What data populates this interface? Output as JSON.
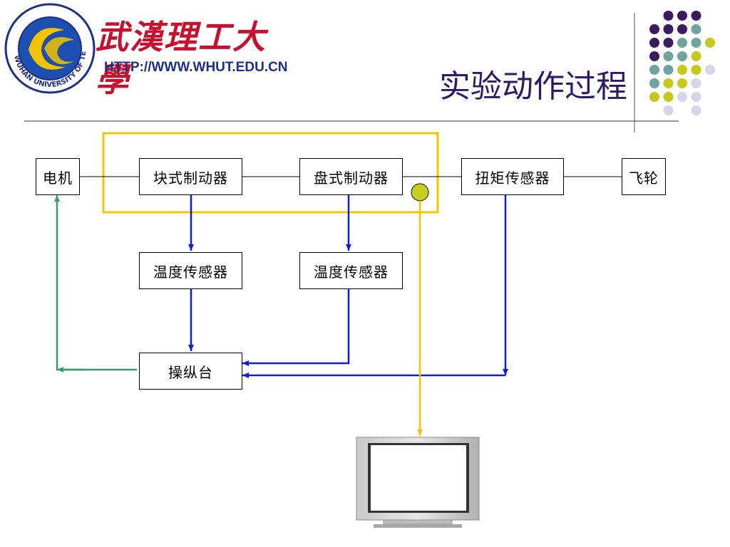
{
  "header": {
    "emblem_text": "WUHAN UNIVERSITY OF TECHNOLOGY",
    "school_name": "武漢理工大學",
    "school_url": "HTTP://WWW.WHUT.EDU.CN",
    "slide_title": "实验动作过程"
  },
  "diagram": {
    "motor": "电机",
    "block_brake": "块式制动器",
    "disc_brake": "盘式制动器",
    "torque_sensor": "扭矩传感器",
    "flywheel": "飞轮",
    "temp_sensor_1": "温度传感器",
    "temp_sensor_2": "温度传感器",
    "console": "操纵台"
  },
  "colors": {
    "accent_yellow": "#f5c400",
    "arrow_blue": "#0a1fd6",
    "arrow_green": "#3a9a6a",
    "title_purple": "#2c1a66",
    "dot_purple": "#3b1a5e",
    "dot_teal": "#6fa3a0",
    "dot_yellow_green": "#c7c81e",
    "dot_lavender": "#d6d4e6"
  }
}
